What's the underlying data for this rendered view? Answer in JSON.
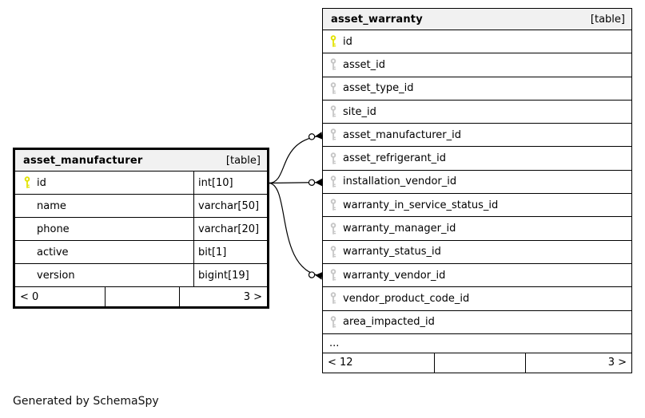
{
  "credit_note": "Generated by SchemaSpy",
  "colors": {
    "border": "#000000",
    "header_bg": "#f1f1f1",
    "primary_key": "#e2e200",
    "foreign_key": "#c6c6c6",
    "relation_line": "#000000"
  },
  "tables": {
    "asset_manufacturer": {
      "title": "asset_manufacturer",
      "badge": "[table]",
      "columns": [
        {
          "name": "id",
          "type": "int[10]",
          "key": "pk"
        },
        {
          "name": "name",
          "type": "varchar[50]",
          "key": ""
        },
        {
          "name": "phone",
          "type": "varchar[20]",
          "key": ""
        },
        {
          "name": "active",
          "type": "bit[1]",
          "key": ""
        },
        {
          "name": "version",
          "type": "bigint[19]",
          "key": ""
        }
      ],
      "footer": {
        "left": "< 0",
        "middle": "",
        "right": "3 >"
      }
    },
    "asset_warranty": {
      "title": "asset_warranty",
      "badge": "[table]",
      "columns": [
        {
          "name": "id",
          "key": "pk"
        },
        {
          "name": "asset_id",
          "key": "fk"
        },
        {
          "name": "asset_type_id",
          "key": "fk"
        },
        {
          "name": "site_id",
          "key": "fk"
        },
        {
          "name": "asset_manufacturer_id",
          "key": "fk"
        },
        {
          "name": "asset_refrigerant_id",
          "key": "fk"
        },
        {
          "name": "installation_vendor_id",
          "key": "fk"
        },
        {
          "name": "warranty_in_service_status_id",
          "key": "fk"
        },
        {
          "name": "warranty_manager_id",
          "key": "fk"
        },
        {
          "name": "warranty_status_id",
          "key": "fk"
        },
        {
          "name": "warranty_vendor_id",
          "key": "fk"
        },
        {
          "name": "vendor_product_code_id",
          "key": "fk"
        },
        {
          "name": "area_impacted_id",
          "key": "fk"
        }
      ],
      "ellipsis": "...",
      "footer": {
        "left": "< 12",
        "middle": "",
        "right": "3 >"
      }
    }
  },
  "relationships": [
    {
      "from": "asset_manufacturer.id",
      "to": "asset_warranty.asset_manufacturer_id"
    },
    {
      "from": "asset_manufacturer.id",
      "to": "asset_warranty.installation_vendor_id"
    },
    {
      "from": "asset_manufacturer.id",
      "to": "asset_warranty.warranty_vendor_id"
    }
  ]
}
